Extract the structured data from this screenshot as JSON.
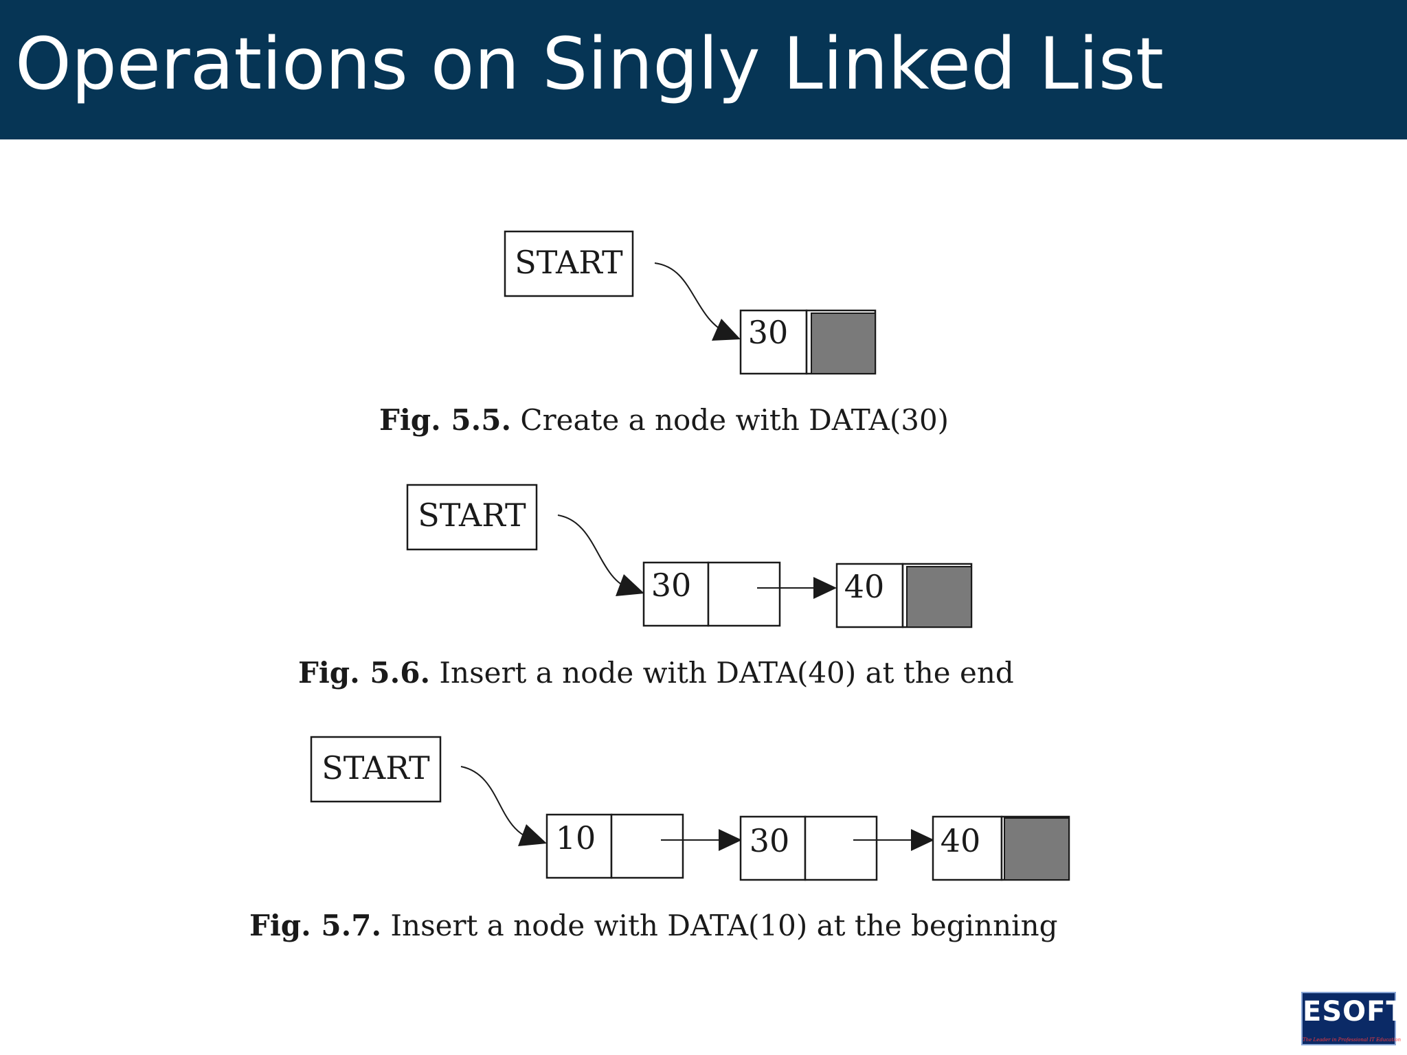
{
  "slide": {
    "title": "Operations on Singly Linked List"
  },
  "figures": [
    {
      "start_label": "START",
      "nodes": [
        "30"
      ],
      "caption_ref": "Fig. 5.5.",
      "caption_text": " Create a node with DATA(30)"
    },
    {
      "start_label": "START",
      "nodes": [
        "30",
        "40"
      ],
      "caption_ref": "Fig. 5.6.",
      "caption_text": " Insert a node with DATA(40) at the end"
    },
    {
      "start_label": "START",
      "nodes": [
        "10",
        "30",
        "40"
      ],
      "caption_ref": "Fig. 5.7.",
      "caption_text": " Insert a node with DATA(10) at the beginning"
    }
  ],
  "logo": {
    "text": "ESOFT",
    "tagline": "The Leader in Professional IT Education",
    "icon": "esoft-logo"
  },
  "colors": {
    "title_bar": "#063555",
    "title_text": "#ffffff",
    "null_pointer_fill": "#7a7a7a",
    "line": "#1a1a1a"
  }
}
